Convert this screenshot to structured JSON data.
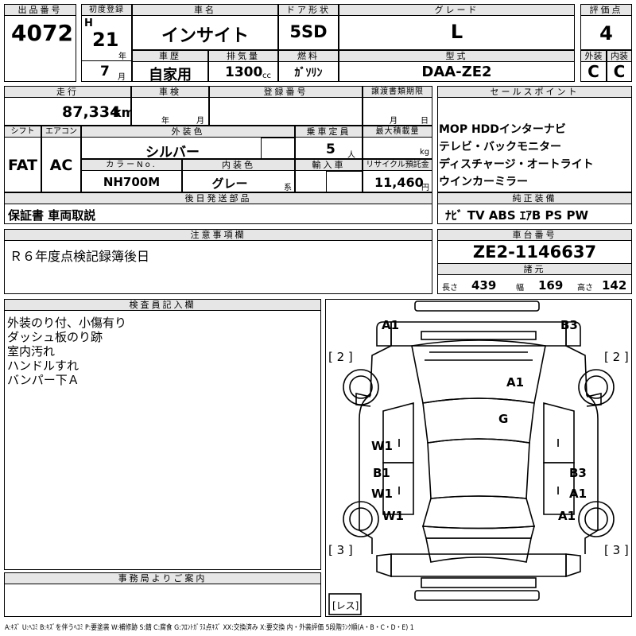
{
  "header": {
    "lot_label": "出品番号",
    "lot": "4072",
    "first_reg_label": "初度登録",
    "era": "H",
    "year": "21",
    "year_unit": "年",
    "month": "7",
    "month_unit": "月",
    "model_label": "車名",
    "model": "インサイト",
    "door_label": "ドア形状",
    "door": "5SD",
    "grade_label": "グレード",
    "grade": "L",
    "score_label": "評価点",
    "score": "4",
    "history_label": "車歴",
    "history": "自家用",
    "displacement_label": "排気量",
    "displacement": "1300",
    "displacement_unit": "cc",
    "fuel_label": "燃料",
    "fuel": "ｶﾞｿﾘﾝ",
    "type_label": "型式",
    "type": "DAA-ZE2",
    "exterior_label": "外装",
    "exterior": "C",
    "interior_label": "内装",
    "interior": "C"
  },
  "specs": {
    "mileage_label": "走行",
    "mileage": "87,334",
    "mileage_unit": "km",
    "inspection_label": "車検",
    "insp_year_unit": "年",
    "insp_month_unit": "月",
    "plate_label": "登録番号",
    "transfer_label": "譲渡書類期限",
    "transfer_month_unit": "月",
    "transfer_day_unit": "日",
    "shift_label": "シフト",
    "shift": "FAT",
    "ac_label": "エアコン",
    "ac": "AC",
    "ext_color_label": "外装色",
    "ext_color": "シルバー",
    "capacity_label": "乗車定員",
    "capacity": "5",
    "capacity_unit": "人",
    "load_label": "最大積載量",
    "load_unit": "kg",
    "color_no_label": "カラーNo.",
    "color_no": "NH700M",
    "int_color_label": "内装色",
    "int_color": "グレー",
    "int_color_suffix": "系",
    "import_label": "輸入車",
    "recycle_label": "リサイクル預託金",
    "recycle": "11,460",
    "recycle_unit": "円",
    "later_parts_label": "後日発送部品",
    "later_parts": "保証書 車両取説"
  },
  "sales_points": {
    "label": "セールスポイント",
    "lines": [
      "MOP HDDインターナビ",
      "テレビ・バックモニター",
      "ディスチャージ・オートライト",
      "ウインカーミラー"
    ]
  },
  "equipment": {
    "label": "純正装備",
    "items": "ﾅﾋﾞ TV ABS ｴｱB PS PW"
  },
  "notes": {
    "label": "注意事項欄",
    "text": "Ｒ６年度点検記録簿後日"
  },
  "chassis": {
    "label": "車台番号",
    "value": "ZE2-1146637"
  },
  "dimensions": {
    "label": "諸元",
    "length_label": "長さ",
    "length": "439",
    "width_label": "幅",
    "width": "169",
    "height_label": "高さ",
    "height": "142"
  },
  "inspector": {
    "label": "検査員記入欄",
    "lines": [
      "外装のり付、小傷有り",
      "ダッシュ板のり跡",
      "室内汚れ",
      "ハンドルすれ",
      "バンパー下Ａ"
    ]
  },
  "office": {
    "label": "事務局よりご案内"
  },
  "diagram": {
    "tire_fl": "[ 2 ]",
    "tire_fr": "[ 2 ]",
    "tire_rl": "[ 3 ]",
    "tire_rr": "[ 3 ]",
    "spare": "[レス]",
    "marks": {
      "front_left": "A1",
      "front_right": "B3",
      "hood": "A1",
      "roof": "G",
      "left_front_door": "W1",
      "left_rear_door_1": "B1",
      "left_rear_door_2": "W1",
      "left_rear_fender": "W1",
      "right_rear_door_1": "B3",
      "right_rear_door_2": "A1",
      "right_rear_fender": "A1"
    }
  },
  "legend": "A:ｷｽﾞ U:ﾍｺﾐ B:ｷｽﾞを伴うﾍｺﾐ P:要塗装 W:補修跡 S:錆 C:腐食 G:ﾌﾛﾝﾄｶﾞﾗｽ点ｷｽﾞ XX:交換済み X:要交換 内・外装評価 5段階ﾗﾝｸ順(A・B・C・D・E) 1"
}
